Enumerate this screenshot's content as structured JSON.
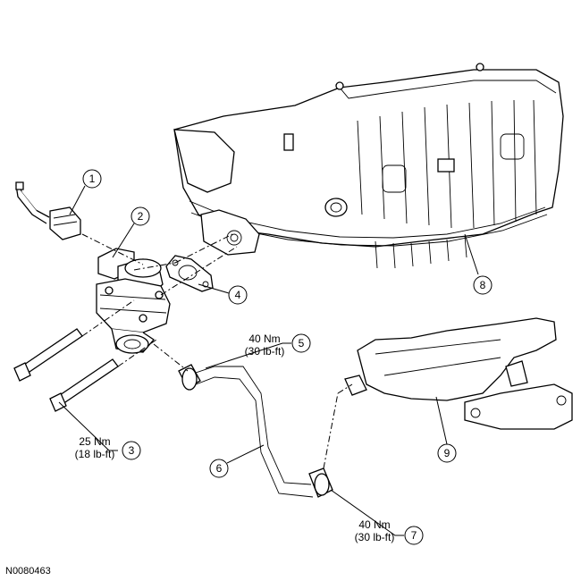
{
  "figure_id": "N0080463",
  "callouts": [
    {
      "number": "1"
    },
    {
      "number": "2"
    },
    {
      "number": "3"
    },
    {
      "number": "4"
    },
    {
      "number": "5"
    },
    {
      "number": "6"
    },
    {
      "number": "7"
    },
    {
      "number": "8"
    },
    {
      "number": "9"
    }
  ],
  "torque_labels": [
    {
      "callout": "3",
      "metric": "25 Nm",
      "imperial": "(18 lb-ft)"
    },
    {
      "callout": "5",
      "metric": "40 Nm",
      "imperial": "(30 lb-ft)"
    },
    {
      "callout": "7",
      "metric": "40 Nm",
      "imperial": "(30 lb-ft)"
    }
  ]
}
